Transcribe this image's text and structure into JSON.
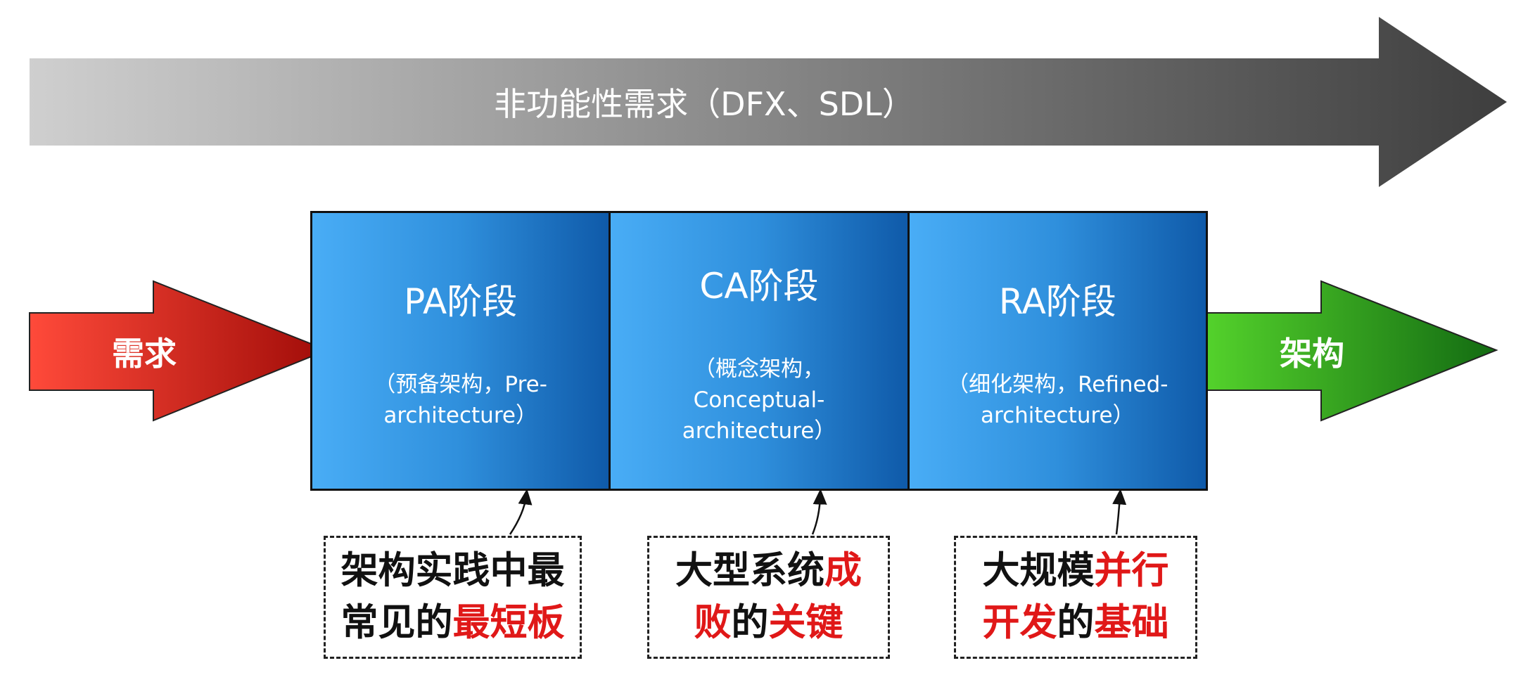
{
  "top_arrow": {
    "label": "非功能性需求（DFX、SDL）"
  },
  "input_arrow": {
    "label": "需求",
    "color": "#c81a12"
  },
  "output_arrow": {
    "label": "架构",
    "color": "#2a9a1e"
  },
  "stages": [
    {
      "name": "PA阶段",
      "desc_line1": "（预备架构，Pre-",
      "desc_line2": "architecture）"
    },
    {
      "name": "CA阶段",
      "desc_line1": "（概念架构，",
      "desc_line2": "Conceptual-",
      "desc_line3": "architecture）"
    },
    {
      "name": "RA阶段",
      "desc_line1": "（细化架构，Refined-",
      "desc_line2": "architecture）"
    }
  ],
  "callouts": [
    {
      "l1": "架构实践中最",
      "l2a": "常见的",
      "l2b": "最短板"
    },
    {
      "l1a": "大型系统",
      "l1b": "成",
      "l2a": "败",
      "l2b": "的",
      "l2c": "关键"
    },
    {
      "l1a": "大规模",
      "l1b": "并行",
      "l2a": "开发",
      "l2b": "的",
      "l2c": "基础"
    }
  ]
}
